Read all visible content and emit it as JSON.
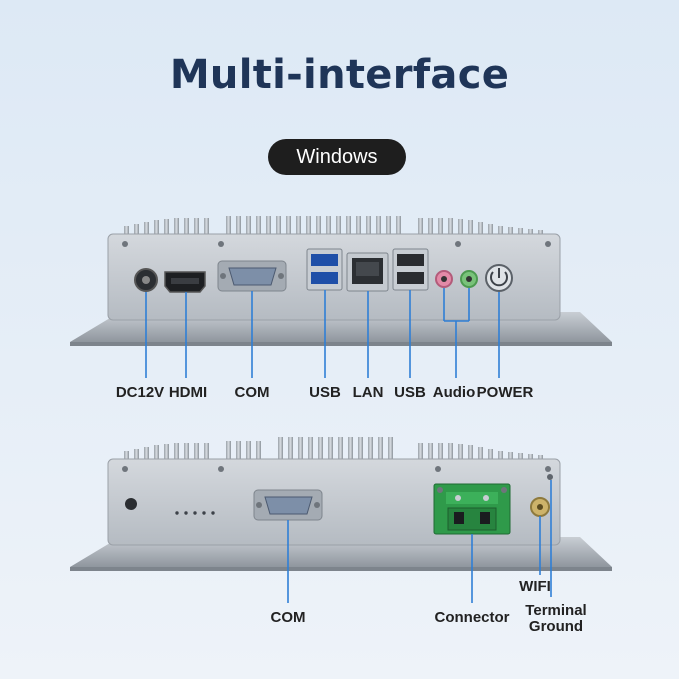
{
  "title": "Multi-interface",
  "os_badge": "Windows",
  "top_panel": {
    "labels": {
      "dc12v": "DC12V",
      "hdmi": "HDMI",
      "com": "COM",
      "usb_left": "USB",
      "lan": "LAN",
      "usb_right": "USB",
      "audio": "Audio",
      "power": "POWER"
    }
  },
  "bottom_panel": {
    "labels": {
      "com": "COM",
      "connector": "Connector",
      "wifi": "WIFI",
      "terminal_line1": "Terminal",
      "terminal_line2": "Ground"
    }
  },
  "colors": {
    "title": "#1f3558",
    "badge_bg": "#1e1e1e",
    "leader_line": "#2f7fd6",
    "chassis": "#b9bfc6",
    "terminal_block": "#2f9a4a"
  }
}
